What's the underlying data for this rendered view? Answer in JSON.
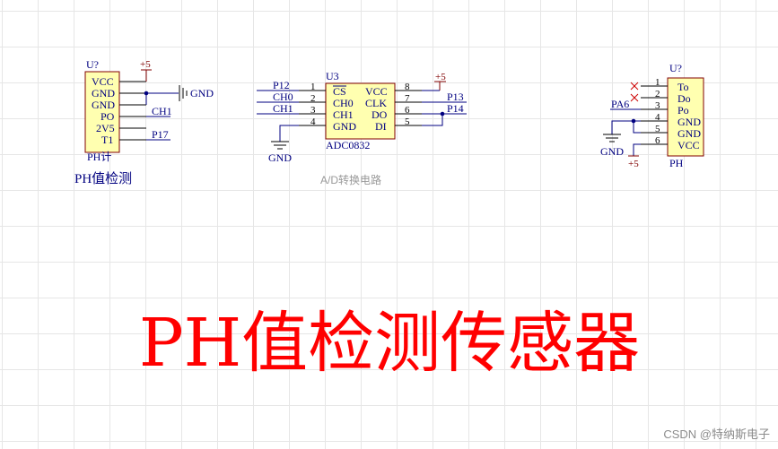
{
  "ph_module": {
    "ref": "U?",
    "name": "PH计",
    "pins": [
      "VCC",
      "GND",
      "GND",
      "PO",
      "2V5",
      "T1"
    ],
    "power": "+5",
    "ground": "GND",
    "nets": [
      "CH1",
      "P17"
    ],
    "caption": "PH值检测"
  },
  "adc": {
    "ref": "U3",
    "part": "ADC0832",
    "left_pins": [
      {
        "num": "1",
        "name": "CS",
        "net": "P12",
        "overline": true
      },
      {
        "num": "2",
        "name": "CH0",
        "net": "CH0"
      },
      {
        "num": "3",
        "name": "CH1",
        "net": "CH1"
      },
      {
        "num": "4",
        "name": "GND",
        "net": ""
      }
    ],
    "right_pins": [
      {
        "num": "8",
        "name": "VCC",
        "net": ""
      },
      {
        "num": "7",
        "name": "CLK",
        "net": "P13"
      },
      {
        "num": "6",
        "name": "DO",
        "net": "P14"
      },
      {
        "num": "5",
        "name": "DI",
        "net": ""
      }
    ],
    "power": "+5",
    "ground": "GND",
    "caption": "A/D转换电路"
  },
  "ph_connector": {
    "ref": "U?",
    "name": "PH",
    "pins": [
      {
        "num": "1",
        "name": "To"
      },
      {
        "num": "2",
        "name": "Do"
      },
      {
        "num": "3",
        "name": "Po"
      },
      {
        "num": "4",
        "name": "GND"
      },
      {
        "num": "5",
        "name": "GND"
      },
      {
        "num": "6",
        "name": "VCC"
      }
    ],
    "net": "PA6",
    "ground": "GND",
    "power": "+5"
  },
  "title": "PH值检测传感器",
  "watermark": "CSDN @特纳斯电子"
}
